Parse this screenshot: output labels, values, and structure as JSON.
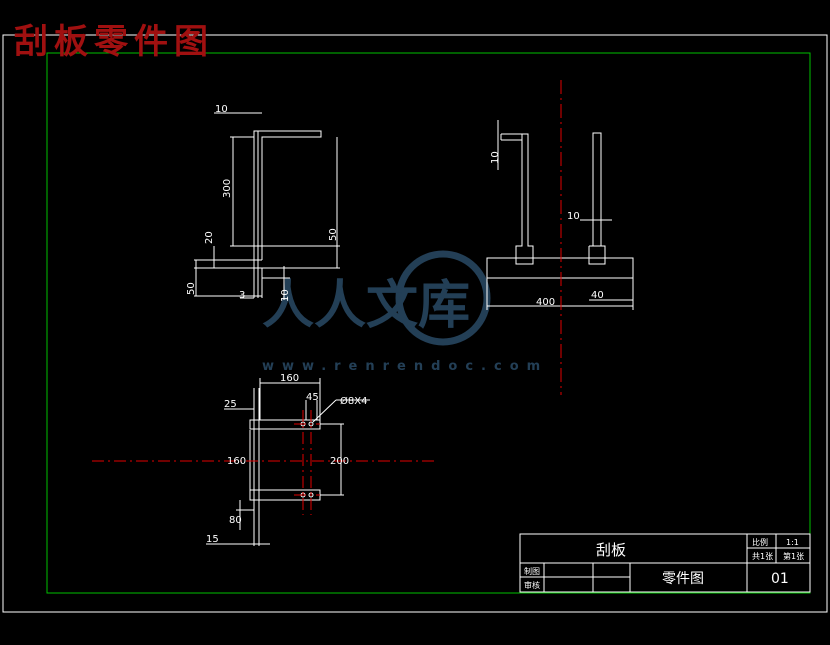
{
  "title_overlay": "刮板零件图",
  "colors": {
    "frame": "#ffffff",
    "border": "#00c000",
    "centerline": "#e00000",
    "title": "#a01010",
    "watermark": "#2a4a66"
  },
  "views": {
    "front": {
      "dims": {
        "top_width": "10",
        "height": "300",
        "gap": "20",
        "right": "50",
        "bottom_left": "50",
        "small": "3",
        "thickness": "10"
      }
    },
    "side": {
      "dims": {
        "stub": "10",
        "wall": "10",
        "width": "400",
        "foot": "40"
      }
    },
    "top": {
      "dims": {
        "top": "160",
        "left": "25",
        "span": "45",
        "hole": "Ø8X4",
        "height_left": "160",
        "height_right": "200",
        "bottom": "80",
        "bottom_width": "15"
      }
    }
  },
  "title_block": {
    "part_name": "刮板",
    "ratio_label": "比例",
    "ratio_value": "1:1",
    "count_label": "共1张",
    "sheet_label": "第1张",
    "drawn_label": "制图",
    "checked_label": "审核",
    "drawing_name": "零件图",
    "drawing_no": "01"
  },
  "watermark": {
    "text": "人人文库",
    "url": "www.renrendoc.com"
  }
}
